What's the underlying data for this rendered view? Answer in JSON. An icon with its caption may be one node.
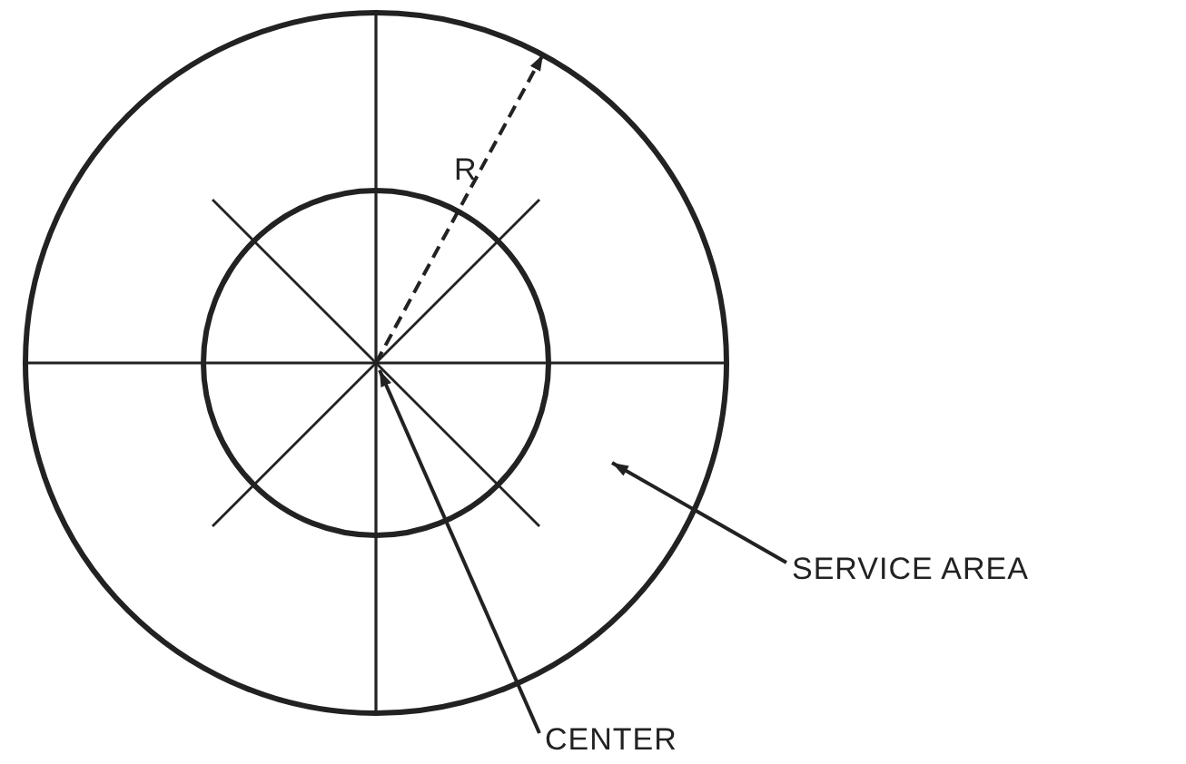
{
  "diagram": {
    "nodes": [
      {
        "text": [
          "SERVICE AREA"
        ]
      },
      {
        "text": [
          "CENTER"
        ]
      }
    ],
    "edges": [
      {
        "from": 0,
        "to": null,
        "arrow": "to"
      },
      {
        "from": 1,
        "to": null,
        "arrow": "to"
      }
    ],
    "labels": [
      "R"
    ]
  }
}
